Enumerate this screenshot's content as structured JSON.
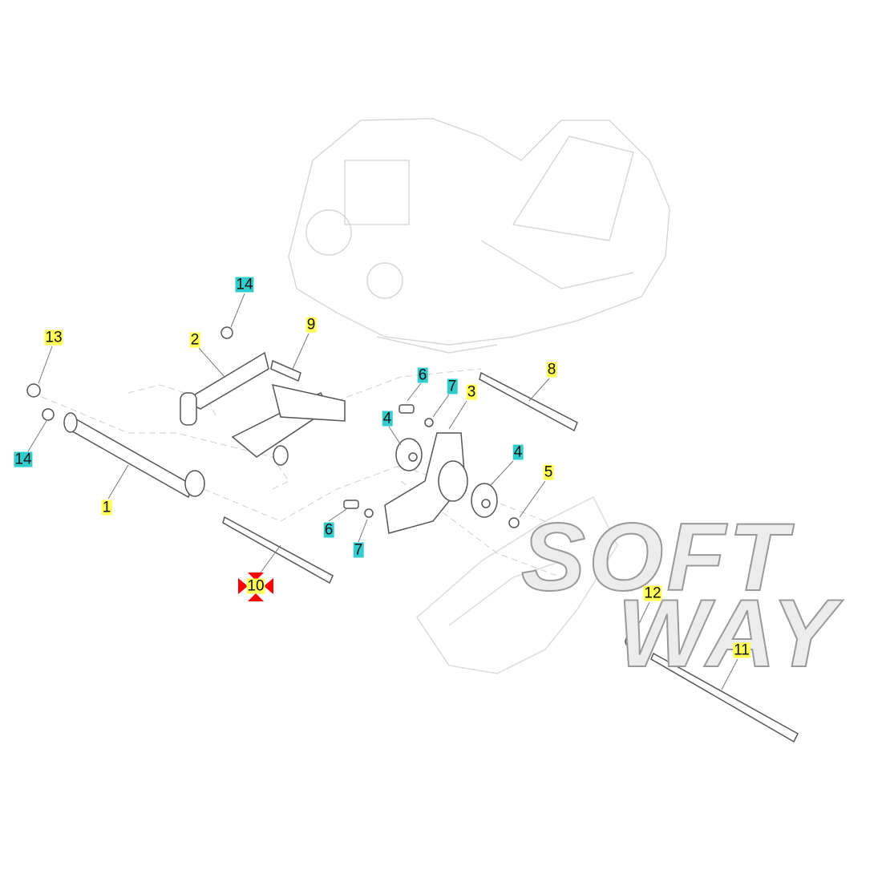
{
  "diagram": {
    "watermark": [
      "SOFT",
      "WAY"
    ],
    "colors": {
      "yellow": "#ffff55",
      "cyan": "#33cccc",
      "marker": "#ff0000"
    },
    "callouts": [
      {
        "id": "14",
        "color": "cyan"
      },
      {
        "id": "13",
        "color": "yellow"
      },
      {
        "id": "9",
        "color": "yellow"
      },
      {
        "id": "2",
        "color": "yellow"
      },
      {
        "id": "6",
        "color": "cyan"
      },
      {
        "id": "7",
        "color": "cyan"
      },
      {
        "id": "3",
        "color": "yellow"
      },
      {
        "id": "8",
        "color": "yellow"
      },
      {
        "id": "4",
        "color": "cyan"
      },
      {
        "id": "4",
        "color": "cyan"
      },
      {
        "id": "5",
        "color": "yellow"
      },
      {
        "id": "14",
        "color": "cyan"
      },
      {
        "id": "1",
        "color": "yellow"
      },
      {
        "id": "6",
        "color": "cyan"
      },
      {
        "id": "7",
        "color": "cyan"
      },
      {
        "id": "10",
        "color": "yellow",
        "selected": true
      },
      {
        "id": "12",
        "color": "yellow"
      },
      {
        "id": "11",
        "color": "yellow"
      }
    ]
  }
}
